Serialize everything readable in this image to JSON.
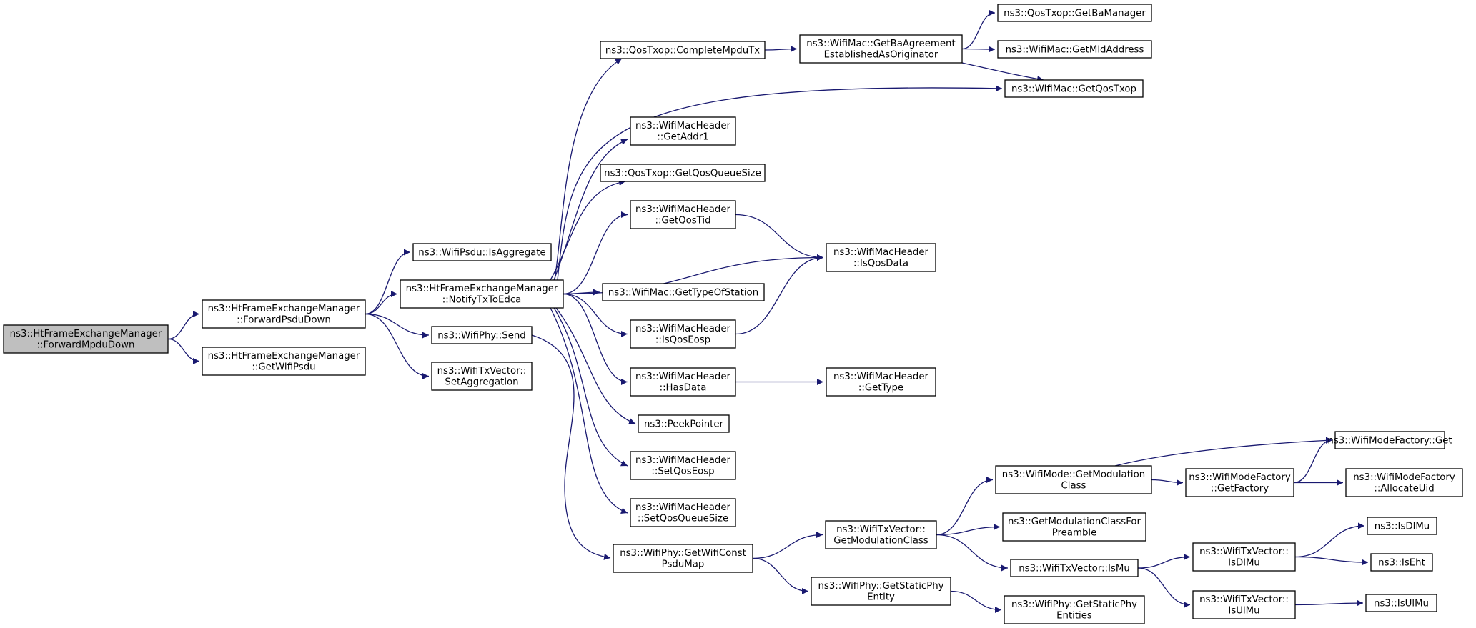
{
  "colors": {
    "edge": "#191970",
    "node_border": "#000000",
    "root_fill": "#bfbfbf",
    "node_fill": "#ffffff"
  },
  "nodes": [
    {
      "id": "n_fmd",
      "lines": [
        "ns3::HtFrameExchangeManager",
        "::ForwardMpduDown"
      ],
      "root": true
    },
    {
      "id": "n_fpd",
      "lines": [
        "ns3::HtFrameExchangeManager",
        "::ForwardPsduDown"
      ]
    },
    {
      "id": "n_gwp",
      "lines": [
        "ns3::HtFrameExchangeManager",
        "::GetWifiPsdu"
      ]
    },
    {
      "id": "n_isagg",
      "lines": [
        "ns3::WifiPsdu::IsAggregate"
      ]
    },
    {
      "id": "n_ntte",
      "lines": [
        "ns3::HtFrameExchangeManager",
        "::NotifyTxToEdca"
      ]
    },
    {
      "id": "n_send",
      "lines": [
        "ns3::WifiPhy::Send"
      ]
    },
    {
      "id": "n_setagg",
      "lines": [
        "ns3::WifiTxVector::",
        "SetAggregation"
      ]
    },
    {
      "id": "n_cmtx",
      "lines": [
        "ns3::QosTxop::CompleteMpduTx"
      ]
    },
    {
      "id": "n_getaddr1",
      "lines": [
        "ns3::WifiMacHeader",
        "::GetAddr1"
      ]
    },
    {
      "id": "n_gqqs",
      "lines": [
        "ns3::QosTxop::GetQosQueueSize"
      ]
    },
    {
      "id": "n_gqtid",
      "lines": [
        "ns3::WifiMacHeader",
        "::GetQosTid"
      ]
    },
    {
      "id": "n_gtos",
      "lines": [
        "ns3::WifiMac::GetTypeOfStation"
      ]
    },
    {
      "id": "n_isqeosp",
      "lines": [
        "ns3::WifiMacHeader",
        "::IsQosEosp"
      ]
    },
    {
      "id": "n_hasdata",
      "lines": [
        "ns3::WifiMacHeader",
        "::HasData"
      ]
    },
    {
      "id": "n_peek",
      "lines": [
        "ns3::PeekPointer"
      ]
    },
    {
      "id": "n_setqeosp",
      "lines": [
        "ns3::WifiMacHeader",
        "::SetQosEosp"
      ]
    },
    {
      "id": "n_setqqs",
      "lines": [
        "ns3::WifiMacHeader",
        "::SetQosQueueSize"
      ]
    },
    {
      "id": "n_gwcpm",
      "lines": [
        "ns3::WifiPhy::GetWifiConst",
        "PsduMap"
      ]
    },
    {
      "id": "n_gbaeo",
      "lines": [
        "ns3::WifiMac::GetBaAgreement",
        "EstablishedAsOriginator"
      ]
    },
    {
      "id": "n_isqosdata",
      "lines": [
        "ns3::WifiMacHeader",
        "::IsQosData"
      ]
    },
    {
      "id": "n_gettype",
      "lines": [
        "ns3::WifiMacHeader",
        "::GetType"
      ]
    },
    {
      "id": "n_gmc",
      "lines": [
        "ns3::WifiTxVector::",
        "GetModulationClass"
      ]
    },
    {
      "id": "n_gspe",
      "lines": [
        "ns3::WifiPhy::GetStaticPhy",
        "Entity"
      ]
    },
    {
      "id": "n_gbam",
      "lines": [
        "ns3::QosTxop::GetBaManager"
      ]
    },
    {
      "id": "n_gmld",
      "lines": [
        "ns3::WifiMac::GetMldAddress"
      ]
    },
    {
      "id": "n_gqtxop",
      "lines": [
        "ns3::WifiMac::GetQosTxop"
      ]
    },
    {
      "id": "n_wmgmc",
      "lines": [
        "ns3::WifiMode::GetModulation",
        "Class"
      ]
    },
    {
      "id": "n_gmcfp",
      "lines": [
        "ns3::GetModulationClassFor",
        "Preamble"
      ]
    },
    {
      "id": "n_ismu",
      "lines": [
        "ns3::WifiTxVector::IsMu"
      ]
    },
    {
      "id": "n_gspes",
      "lines": [
        "ns3::WifiPhy::GetStaticPhy",
        "Entities"
      ]
    },
    {
      "id": "n_gfac",
      "lines": [
        "ns3::WifiModeFactory",
        "::GetFactory"
      ]
    },
    {
      "id": "n_isdlmu",
      "lines": [
        "ns3::WifiTxVector::",
        "IsDlMu"
      ]
    },
    {
      "id": "n_isulmu",
      "lines": [
        "ns3::WifiTxVector::",
        "IsUlMu"
      ]
    },
    {
      "id": "n_wmfget",
      "lines": [
        "ns3::WifiModeFactory::Get"
      ]
    },
    {
      "id": "n_alloc",
      "lines": [
        "ns3::WifiModeFactory",
        "::AllocateUid"
      ]
    },
    {
      "id": "n_fisdlmu",
      "lines": [
        "ns3::IsDlMu"
      ]
    },
    {
      "id": "n_iseht",
      "lines": [
        "ns3::IsEht"
      ]
    },
    {
      "id": "n_fisulmu",
      "lines": [
        "ns3::IsUlMu"
      ]
    }
  ],
  "edges": [
    [
      "n_fmd",
      "n_fpd"
    ],
    [
      "n_fmd",
      "n_gwp"
    ],
    [
      "n_fpd",
      "n_isagg"
    ],
    [
      "n_fpd",
      "n_ntte"
    ],
    [
      "n_fpd",
      "n_send"
    ],
    [
      "n_fpd",
      "n_setagg"
    ],
    [
      "n_ntte",
      "n_cmtx"
    ],
    [
      "n_ntte",
      "n_gqtxop"
    ],
    [
      "n_ntte",
      "n_getaddr1"
    ],
    [
      "n_ntte",
      "n_gqqs"
    ],
    [
      "n_ntte",
      "n_gqtid"
    ],
    [
      "n_ntte",
      "n_isqosdata"
    ],
    [
      "n_ntte",
      "n_gtos"
    ],
    [
      "n_ntte",
      "n_isqeosp"
    ],
    [
      "n_ntte",
      "n_hasdata"
    ],
    [
      "n_ntte",
      "n_peek"
    ],
    [
      "n_ntte",
      "n_setqeosp"
    ],
    [
      "n_ntte",
      "n_setqqs"
    ],
    [
      "n_send",
      "n_gwcpm"
    ],
    [
      "n_cmtx",
      "n_gbaeo"
    ],
    [
      "n_gbaeo",
      "n_gbam"
    ],
    [
      "n_gbaeo",
      "n_gmld"
    ],
    [
      "n_gbaeo",
      "n_gqtxop"
    ],
    [
      "n_gqtid",
      "n_isqosdata"
    ],
    [
      "n_isqeosp",
      "n_isqosdata"
    ],
    [
      "n_hasdata",
      "n_gettype"
    ],
    [
      "n_gwcpm",
      "n_gmc"
    ],
    [
      "n_gwcpm",
      "n_gspe"
    ],
    [
      "n_gmc",
      "n_wmgmc"
    ],
    [
      "n_gmc",
      "n_gmcfp"
    ],
    [
      "n_gmc",
      "n_ismu"
    ],
    [
      "n_gspe",
      "n_gspes"
    ],
    [
      "n_wmgmc",
      "n_wmfget"
    ],
    [
      "n_wmgmc",
      "n_gfac"
    ],
    [
      "n_gfac",
      "n_wmfget"
    ],
    [
      "n_gfac",
      "n_alloc"
    ],
    [
      "n_ismu",
      "n_isdlmu"
    ],
    [
      "n_ismu",
      "n_isulmu"
    ],
    [
      "n_isdlmu",
      "n_fisdlmu"
    ],
    [
      "n_isdlmu",
      "n_iseht"
    ],
    [
      "n_isulmu",
      "n_fisulmu"
    ]
  ]
}
